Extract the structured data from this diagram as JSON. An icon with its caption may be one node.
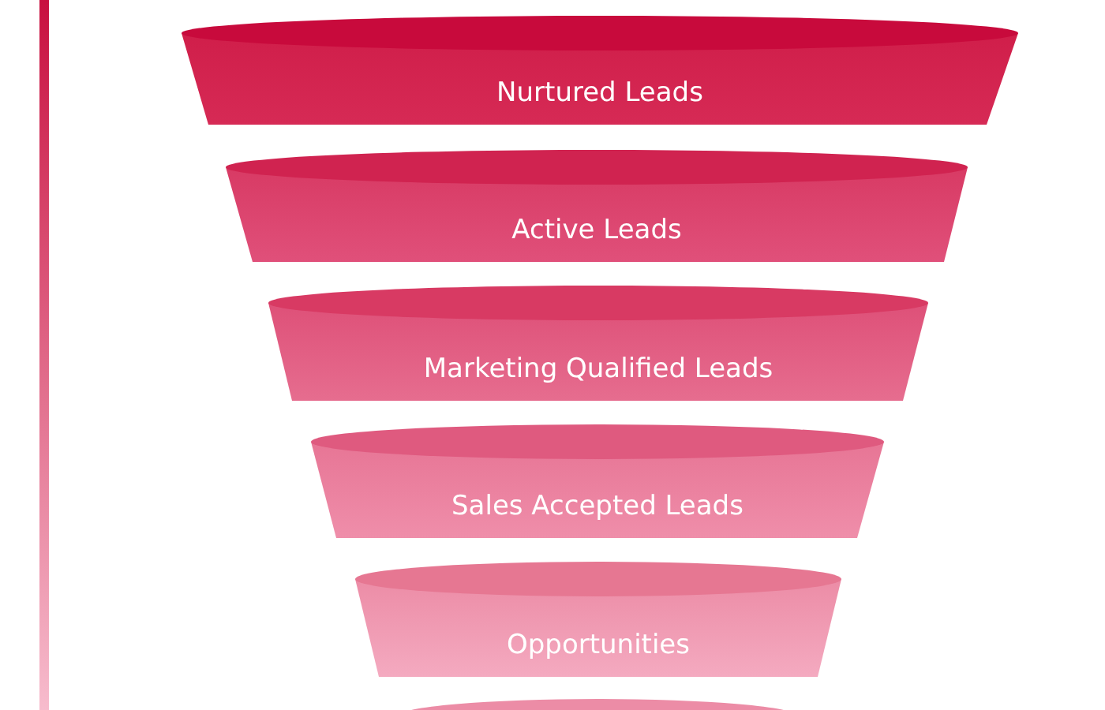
{
  "diagram": {
    "nodes": [
      {
        "text": [
          "Nurtured Leads"
        ]
      },
      {
        "text": [
          "Active Leads"
        ]
      },
      {
        "text": [
          "Marketing Qualified Leads"
        ]
      },
      {
        "text": [
          "Sales Accepted Leads"
        ]
      },
      {
        "text": [
          "Opportunities"
        ]
      },
      {
        "text": [],
        "shape": "bar"
      }
    ]
  }
}
